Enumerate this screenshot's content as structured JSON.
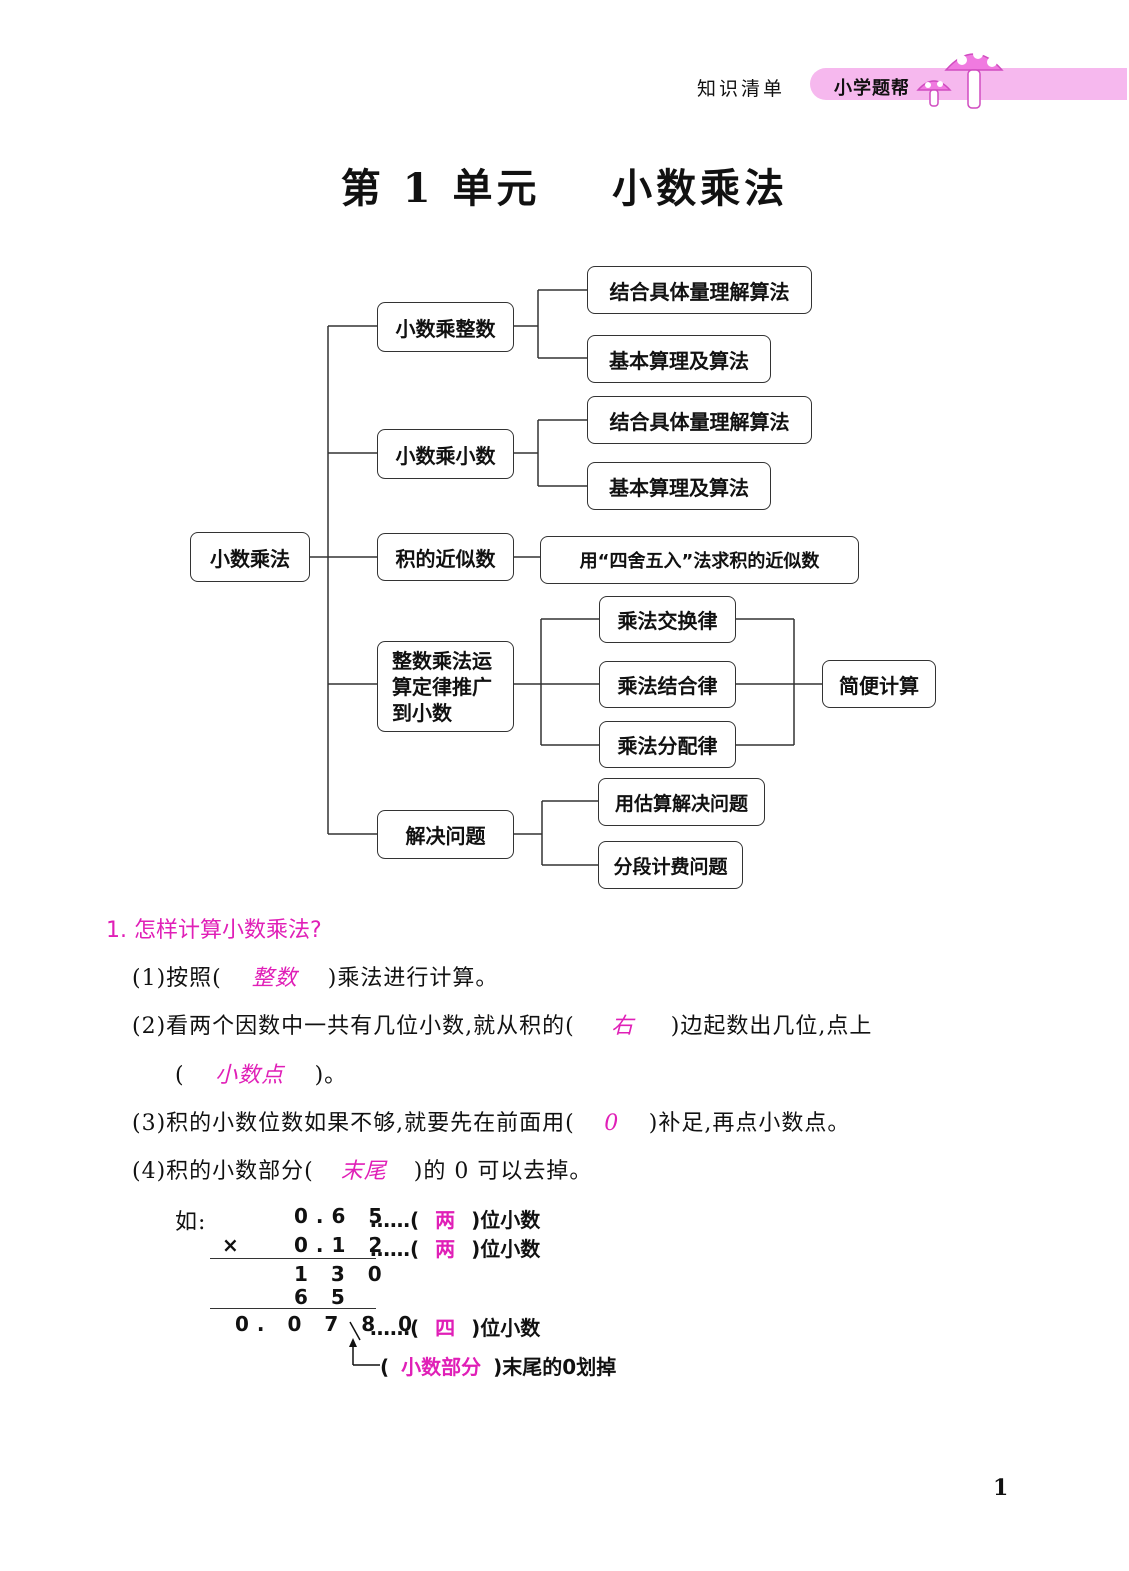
{
  "header": {
    "left_label": "知识清单",
    "right_label": "小学题帮"
  },
  "title": "第 1 单元    小数乘法",
  "mindmap": {
    "root": "小数乘法",
    "branch1": {
      "label": "小数乘整数",
      "leaf1": "结合具体量理解算法",
      "leaf2": "基本算理及算法"
    },
    "branch2": {
      "label": "小数乘小数",
      "leaf1": "结合具体量理解算法",
      "leaf2": "基本算理及算法"
    },
    "branch3": {
      "label": "积的近似数",
      "leaf1": "用“四舍五入”法求积的近似数"
    },
    "branch4": {
      "label1": "整数乘法运",
      "label2": "算定律推广",
      "label3": "到小数",
      "leaf1": "乘法交换律",
      "leaf2": "乘法结合律",
      "leaf3": "乘法分配律",
      "result": "简便计算"
    },
    "branch5": {
      "label": "解决问题",
      "leaf1": "用估算解决问题",
      "leaf2": "分段计费问题"
    }
  },
  "section": {
    "title": "1. 怎样计算小数乘法?",
    "l1_a": "(1)按照(",
    "l1_ans": "整数",
    "l1_b": ")乘法进行计算。",
    "l2_a": "(2)看两个因数中一共有几位小数,就从积的(",
    "l2_ans": "右",
    "l2_b": ")边起数出几位,点上",
    "l3_a": "(",
    "l3_ans": "小数点",
    "l3_b": ")。",
    "l4_a": "(3)积的小数位数如果不够,就要先在前面用(",
    "l4_ans": "0",
    "l4_b": ")补足,再点小数点。",
    "l5_a": "(4)积的小数部分(",
    "l5_ans": "末尾",
    "l5_b": ")的 0 可以去掉。"
  },
  "example": {
    "label": "如:",
    "times": "×",
    "row1": "0.6 5",
    "row2": "0.1 2",
    "row3": "1 3 0",
    "row4": "6 5",
    "result": "0. 0 7 8 0",
    "dots": "……(",
    "ann1": "两",
    "ann2": "两",
    "ann3": "四",
    "suffix": ")位小数",
    "bottom_open": "(",
    "bottom_ans": "小数部分",
    "bottom_suffix": ")末尾的0划掉"
  },
  "page_number": "1",
  "colors": {
    "accent": "#e01fb7",
    "band": "#f6b8ee"
  }
}
